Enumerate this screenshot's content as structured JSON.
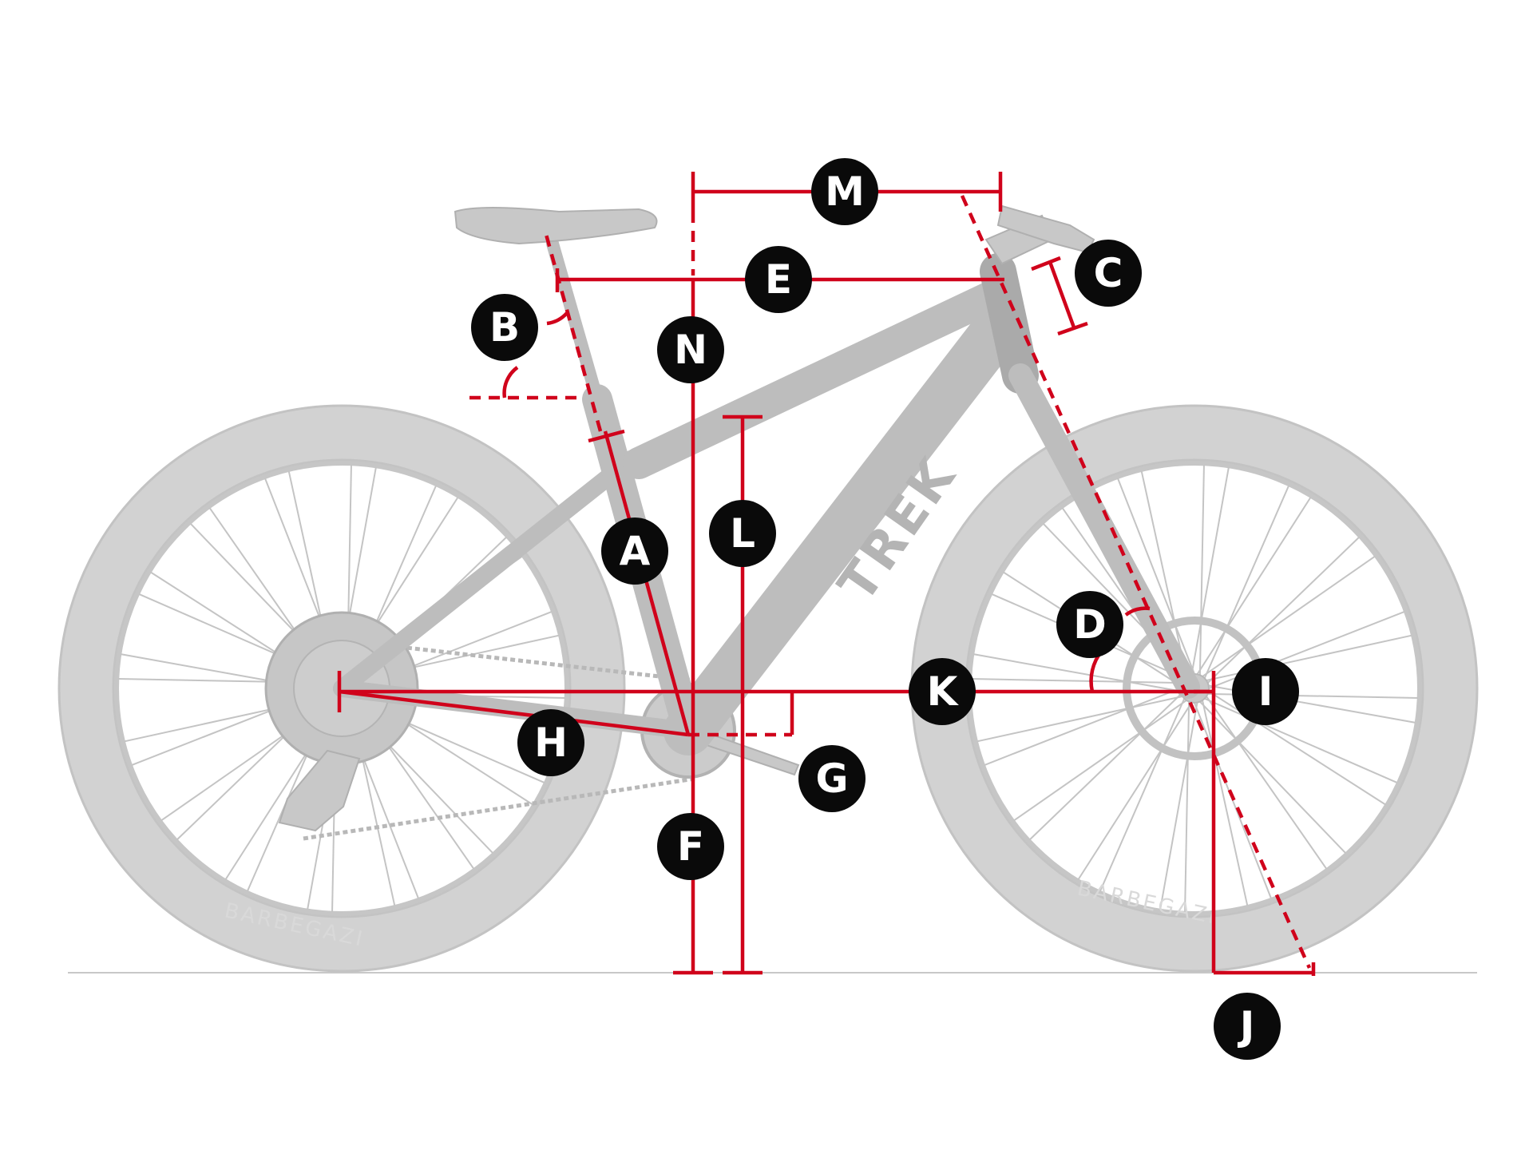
{
  "figure": {
    "subject": "fat-bike-geometry-chart",
    "brand_text": "TREK",
    "rim_text": "BARBEGAZI",
    "accent_color": "#d0021b",
    "bike_color": "#c0c0c0"
  },
  "labels": {
    "A": "A",
    "B": "B",
    "C": "C",
    "D": "D",
    "E": "E",
    "F": "F",
    "G": "G",
    "H": "H",
    "I": "I",
    "J": "J",
    "K": "K",
    "L": "L",
    "M": "M",
    "N": "N"
  }
}
